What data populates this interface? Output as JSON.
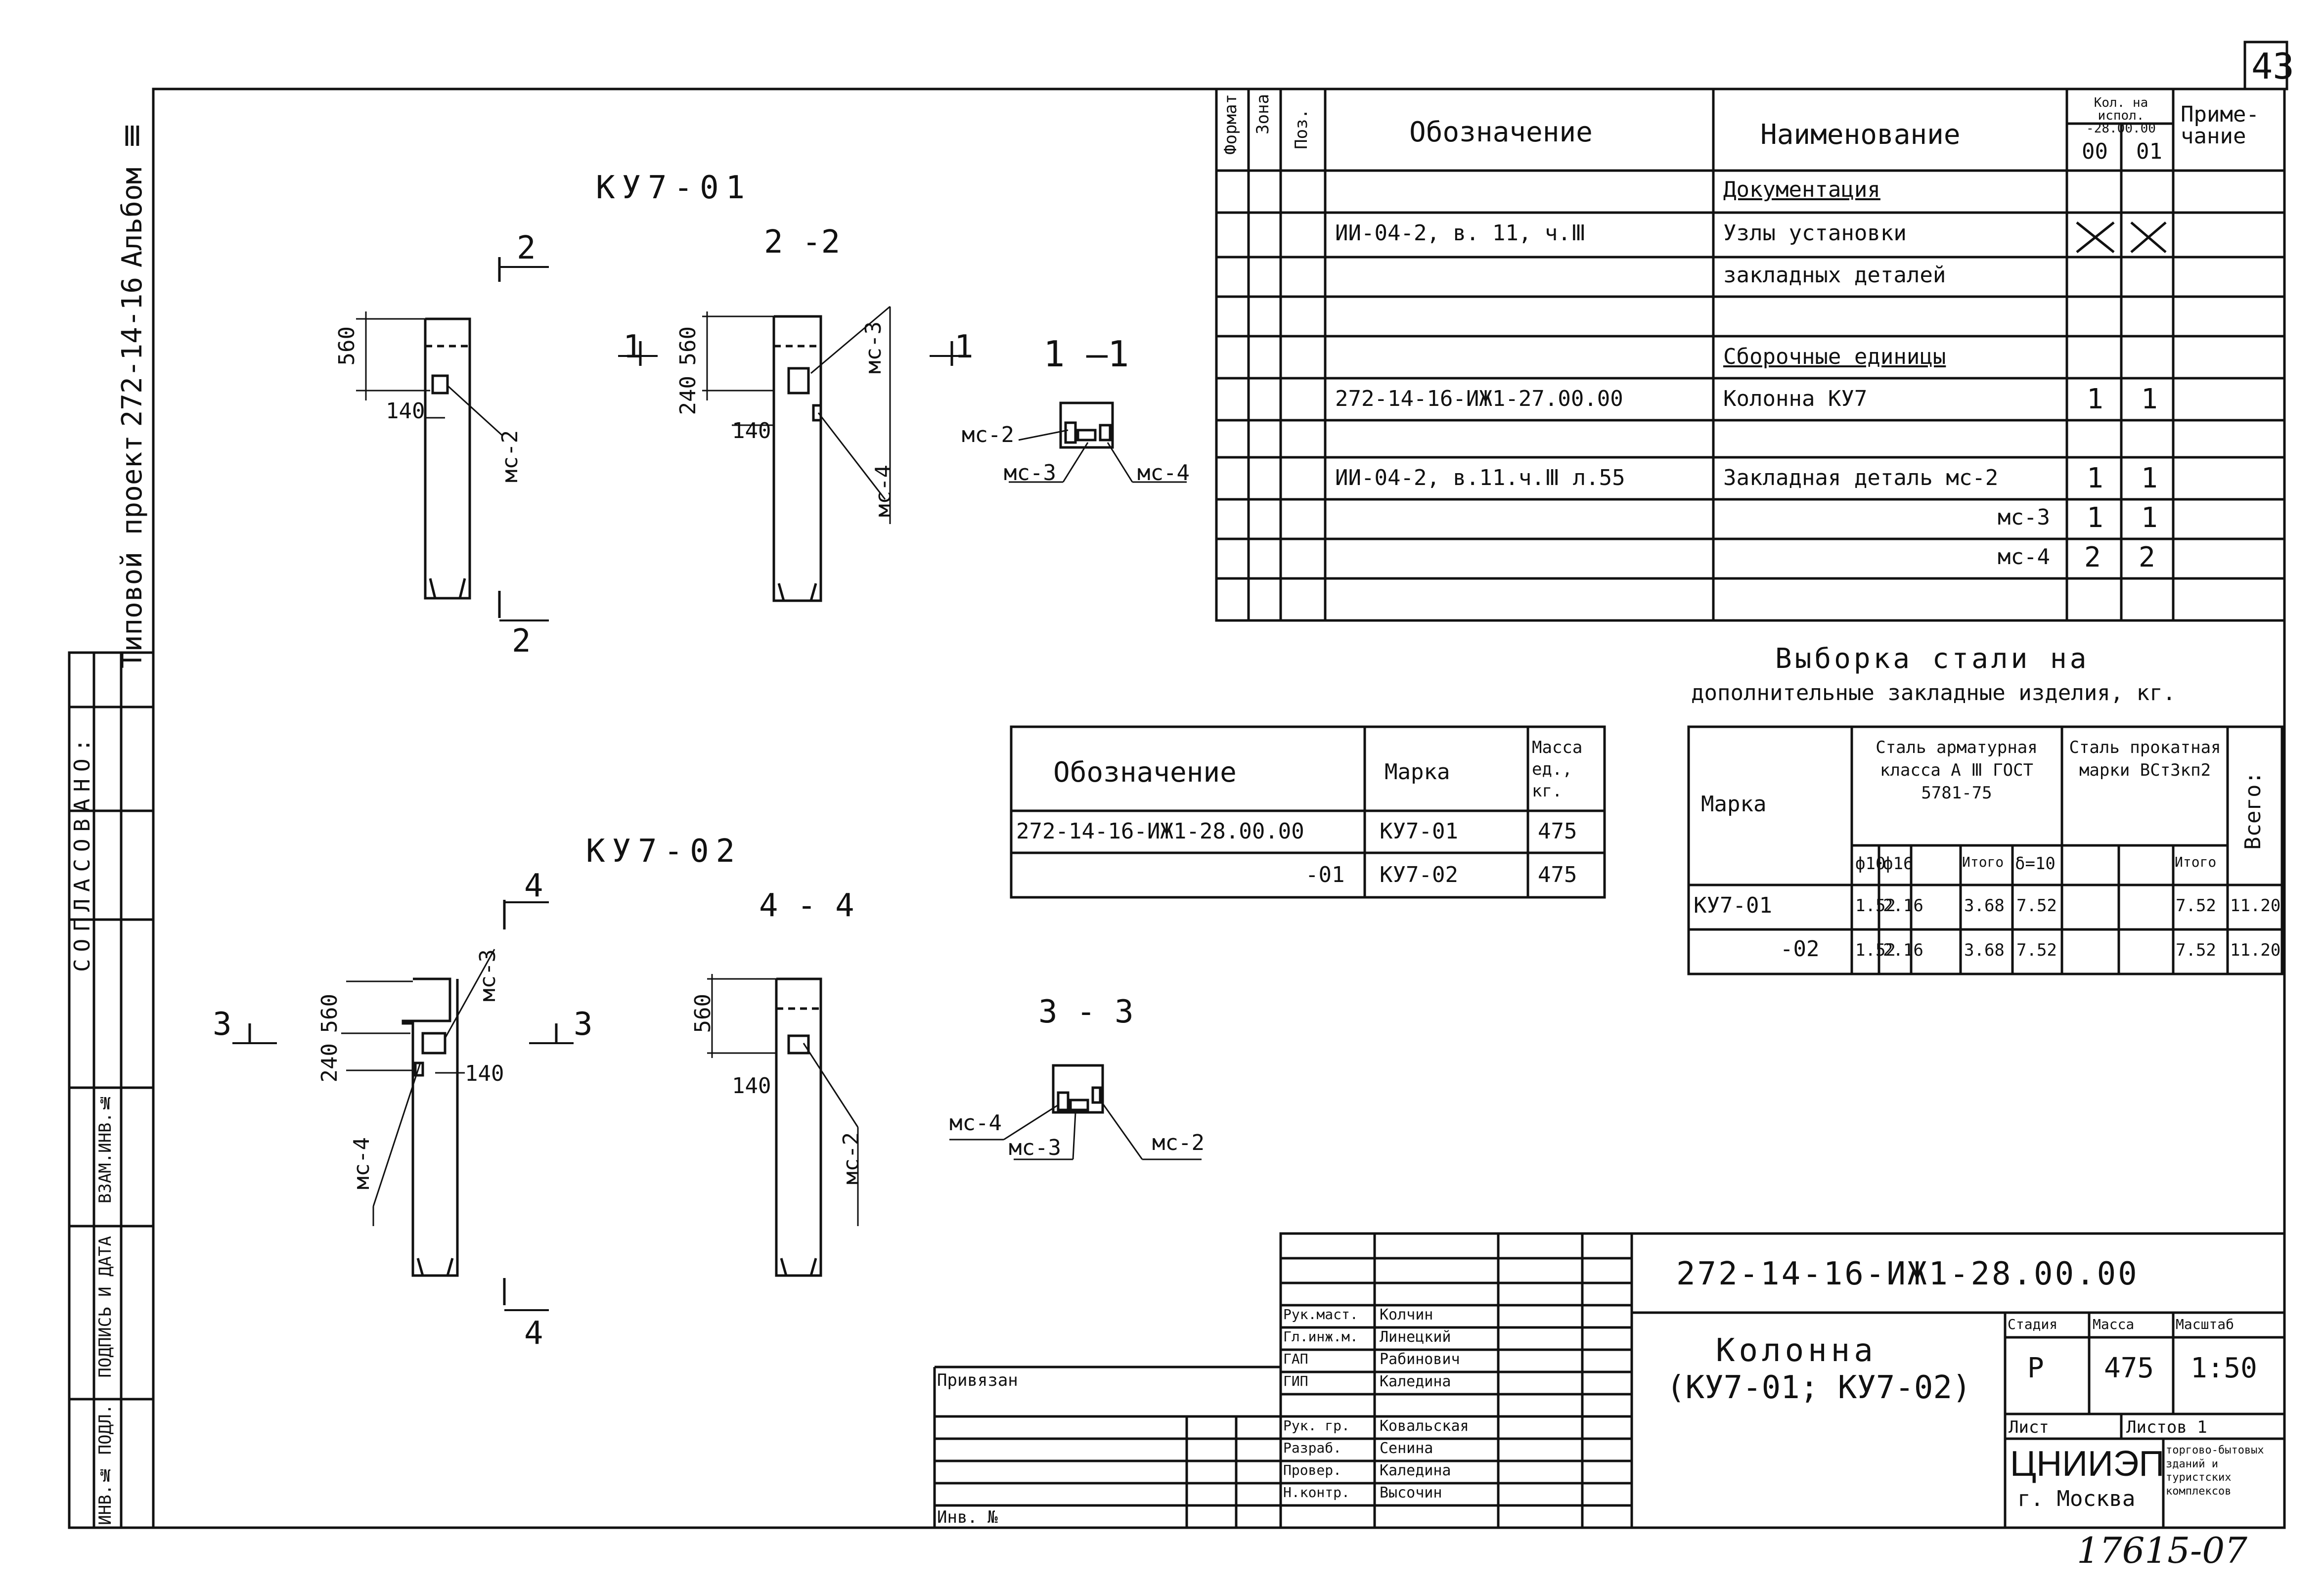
{
  "sheet_number": "43",
  "left_strip": {
    "album": "Альбом Ⅲ",
    "project": "272-14-16",
    "project_label": "Типовой проект",
    "soglasovano": "СОГЛАСОВАНО:",
    "inv_vzam": "ВЗАМ.ИНВ.№",
    "podpis_data": "ПОДПИСЬ И ДАТА",
    "inv_podl": "ИНВ.№ ПОДЛ."
  },
  "views": {
    "ku701_title": "КУ7-01",
    "ku702_title": "КУ7-02",
    "sec_2_2": "2 -2",
    "sec_1_1": "1 –1",
    "sec_4_4": "4 - 4",
    "sec_3_3": "3 - 3",
    "mark_2": "2",
    "mark_1": "1",
    "mark_3": "3",
    "mark_4": "4",
    "dim_560": "560",
    "dim_140": "140",
    "dim_240": "240",
    "mc2": "мс-2",
    "mc3": "мс-3",
    "mc4": "мс-4"
  },
  "spec": {
    "headers": {
      "format": "Формат",
      "zone": "Зона",
      "pos": "Поз.",
      "designation": "Обозначение",
      "name": "Наименование",
      "qty": "Кол. на испол. -28.00.00",
      "col00": "00",
      "col01": "01",
      "note": "Приме-чание"
    },
    "rows": [
      {
        "designation": "",
        "name": "Документация",
        "q00": "",
        "q01": ""
      },
      {
        "designation": "ИИ-04-2, в. 11, ч.Ⅲ",
        "name": "Узлы установки",
        "q00": "✕",
        "q01": "✕"
      },
      {
        "designation": "",
        "name": "закладных деталей",
        "q00": "",
        "q01": ""
      },
      {
        "designation": "",
        "name": "",
        "q00": "",
        "q01": ""
      },
      {
        "designation": "",
        "name": "Сборочные единицы",
        "q00": "",
        "q01": ""
      },
      {
        "designation": "272-14-16-ИЖ1-27.00.00",
        "name": "Колонна   КУ7",
        "q00": "1",
        "q01": "1"
      },
      {
        "designation": "",
        "name": "",
        "q00": "",
        "q01": ""
      },
      {
        "designation": "ИИ-04-2, в.11.ч.Ⅲ л.55",
        "name": "Закладная деталь мс-2",
        "q00": "1",
        "q01": "1"
      },
      {
        "designation": "",
        "name": "мс-3",
        "q00": "1",
        "q01": "1"
      },
      {
        "designation": "",
        "name": "мс-4",
        "q00": "2",
        "q01": "2"
      },
      {
        "designation": "",
        "name": "",
        "q00": "",
        "q01": ""
      }
    ]
  },
  "marks_table": {
    "headers": {
      "designation": "Обозначение",
      "mark": "Марка",
      "mass": "Масса ед., кг."
    },
    "rows": [
      {
        "designation": "272-14-16-ИЖ1-28.00.00",
        "mark": "КУ7-01",
        "mass": "475"
      },
      {
        "designation": "-01",
        "mark": "КУ7-02",
        "mass": "475"
      }
    ]
  },
  "steel": {
    "title1": "Выборка стали на",
    "title2": "дополнительные закладные изделия, кг.",
    "headers": {
      "mark": "Марка",
      "armatura": "Сталь арматурная класса А Ⅲ ГОСТ 5781-75",
      "prokat": "Сталь прокатная марки ВСт3кп2",
      "total": "Всего:",
      "d10": "ф10",
      "d16": "ф16",
      "itog1": "Итого",
      "s10": "δ=10",
      "itog2": "Итого"
    },
    "rows": [
      {
        "mark": "КУ7-01",
        "d10": "1.52",
        "d16": "2.16",
        "blank": "",
        "itog1": "3.68",
        "s10": "7.52",
        "blank2": "",
        "itog2": "7.52",
        "total": "11.20"
      },
      {
        "mark": "-02",
        "d10": "1.52",
        "d16": "2.16",
        "blank": "",
        "itog1": "3.68",
        "s10": "7.52",
        "blank2": "",
        "itog2": "7.52",
        "total": "11.20"
      }
    ]
  },
  "title_block": {
    "code": "272-14-16-ИЖ1-28.00.00",
    "name1": "Колонна",
    "name2": "(КУ7-01; КУ7-02)",
    "privyazan": "Привязан",
    "inv_no": "Инв. №",
    "stadia_h": "Стадия",
    "massa_h": "Масса",
    "masshtab_h": "Масштаб",
    "stadia": "Р",
    "massa": "475",
    "masshtab": "1:50",
    "list": "Лист",
    "listov": "Листов 1",
    "org": "ЦНИИЭП",
    "city": "г. Москва",
    "org_dept": "торгово-бытовых зданий и туристских комплексов",
    "people": [
      {
        "role": "Рук.маст.",
        "name": "Колчин"
      },
      {
        "role": "Гл.инж.м.",
        "name": "Линецкий"
      },
      {
        "role": "ГАП",
        "name": "Рабинович"
      },
      {
        "role": "ГИП",
        "name": "Каледина"
      },
      {
        "role": "Рук. гр.",
        "name": "Ковальская"
      },
      {
        "role": "Разраб.",
        "name": "Сенина"
      },
      {
        "role": "Провер.",
        "name": "Каледина"
      },
      {
        "role": "Н.контр.",
        "name": "Высочин"
      }
    ]
  },
  "footer_number": "17615-07"
}
